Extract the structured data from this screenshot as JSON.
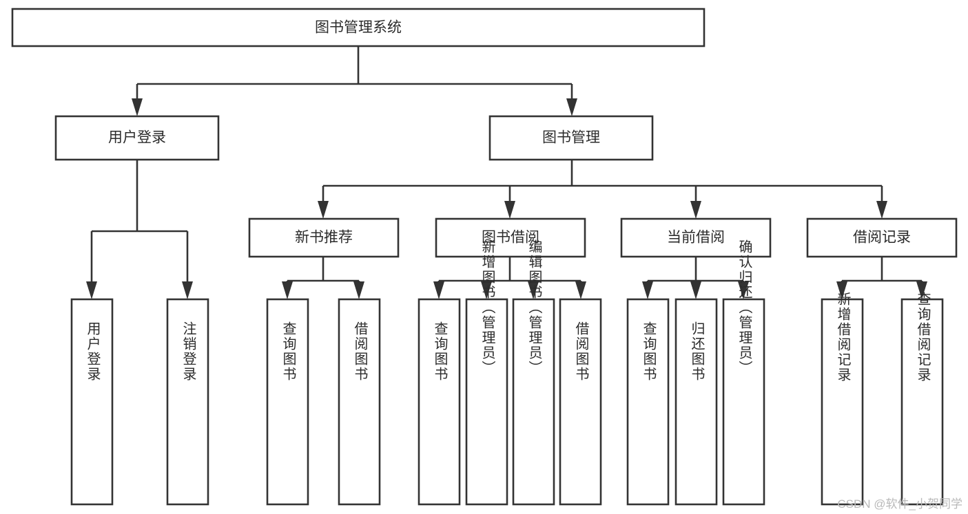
{
  "diagram": {
    "type": "tree",
    "title": "图书管理系统",
    "watermark": "CSDN @软件_小贺同学",
    "colors": {
      "stroke": "#333333",
      "fill": "#ffffff",
      "text": "#2b2b2b",
      "watermark": "#b9b9b9"
    },
    "levels": {
      "root": {
        "label": "图书管理系统"
      },
      "level2": [
        {
          "label": "用户登录"
        },
        {
          "label": "图书管理"
        }
      ],
      "level3": [
        {
          "label": "新书推荐"
        },
        {
          "label": "图书借阅"
        },
        {
          "label": "当前借阅"
        },
        {
          "label": "借阅记录"
        }
      ],
      "leaves_user_login": [
        {
          "label": "用户登录"
        },
        {
          "label": "注销登录"
        }
      ],
      "leaves_new_book": [
        {
          "label": "查询图书"
        },
        {
          "label": "借阅图书"
        }
      ],
      "leaves_borrow_book": [
        {
          "label": "查询图书"
        },
        {
          "label": "新增图书（管理员）"
        },
        {
          "label": "编辑图书（管理员）"
        },
        {
          "label": "借阅图书"
        }
      ],
      "leaves_current_borrow": [
        {
          "label": "查询图书"
        },
        {
          "label": "归还图书"
        },
        {
          "label": "确认归还（管理员）"
        }
      ],
      "leaves_borrow_record": [
        {
          "label": "新增借阅记录"
        },
        {
          "label": "查询借阅记录"
        }
      ]
    }
  }
}
